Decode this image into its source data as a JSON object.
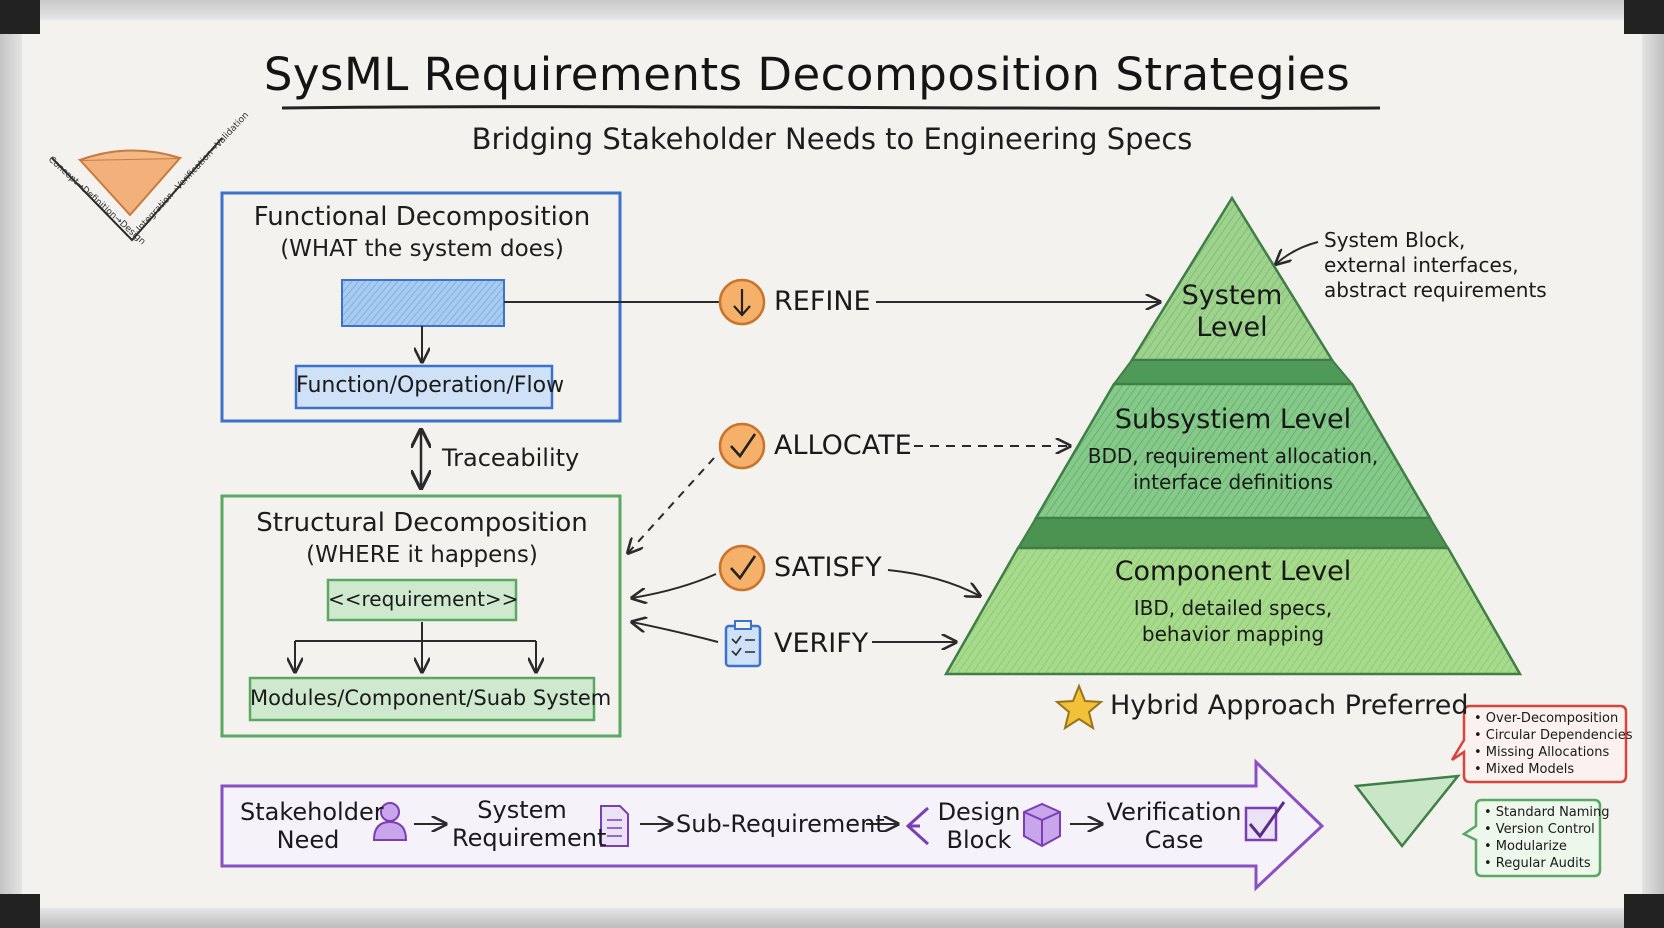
{
  "title": "SysML Requirements Decomposition Strategies",
  "subtitle": "Bridging Stakeholder Needs to Engineering Specs",
  "vmodel": {
    "left_label": "Concept→Definition→Design",
    "right_label": "Integration→Verification→Validation"
  },
  "functional": {
    "title": "Functional Decomposition",
    "subtitle": "(WHAT the system does)",
    "box_label": "Function/Operation/Flow"
  },
  "traceability_label": "Traceability",
  "structural": {
    "title": "Structural Decomposition",
    "subtitle": "(WHERE it happens)",
    "requirement_label": "<<requirement>>",
    "box_label": "Modules/Component/Suab System"
  },
  "relations": {
    "refine": "REFINE",
    "allocate": "ALLOCATE",
    "satisfy": "SATISFY",
    "verify": "VERIFY"
  },
  "pyramid": {
    "system_line1": "System",
    "system_line2": "Level",
    "system_note": [
      "System Block,",
      "external interfaces,",
      "abstract requirements"
    ],
    "subsystem_title": "Subsystiem Level",
    "subsystem_desc": [
      "BDD, requirement allocation,",
      "interface definitions"
    ],
    "component_title": "Component Level",
    "component_desc": [
      "IBD, detailed specs,",
      "behavior mapping"
    ]
  },
  "hybrid_label": "Hybrid Approach Preferred",
  "pitfalls": [
    "• Over-Decomposition",
    "• Circular Dependencies",
    "• Missing Allocations",
    "• Mixed Models"
  ],
  "best_practices": [
    "• Standard Naming",
    "• Version Control",
    "• Modularize",
    "• Regular Audits"
  ],
  "flow": {
    "stakeholder": [
      "Stakeholder",
      "Need"
    ],
    "system_req": [
      "System",
      "Requirement"
    ],
    "sub_req": "Sub-Requirement",
    "design_block": [
      "Design",
      "Block"
    ],
    "verification": [
      "Verification",
      "Case"
    ]
  },
  "colors": {
    "functional_blue": "#3a73c9",
    "structural_green": "#5aa862",
    "relation_orange": "#f2a55a",
    "flow_purple": "#8a4fc2",
    "pitfall_red": "#d9443a"
  }
}
